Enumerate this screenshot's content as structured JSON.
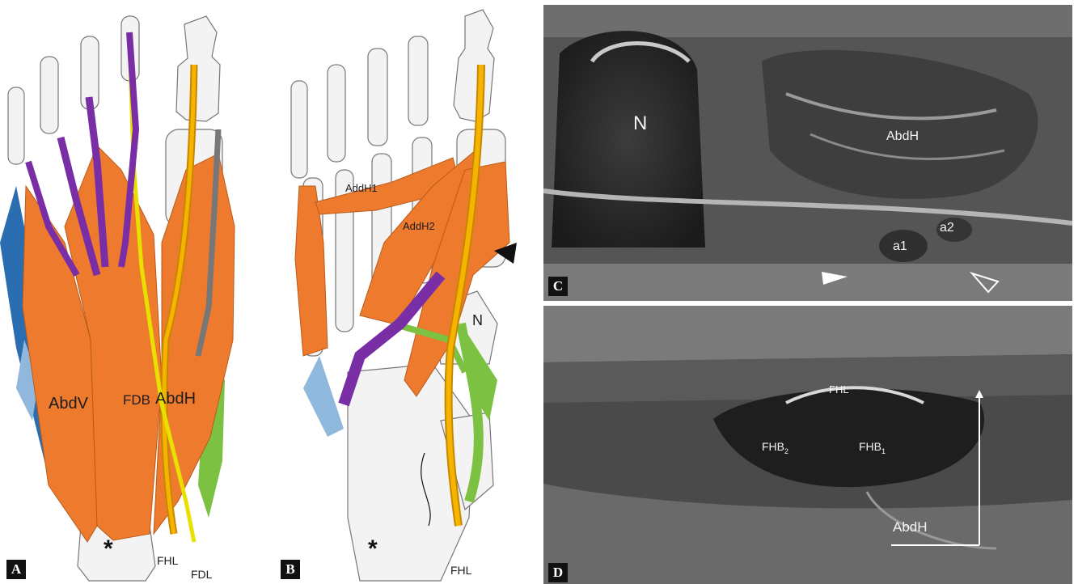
{
  "panels": {
    "a": {
      "letter": "A",
      "labels": {
        "fdb": "FDB",
        "abdv": "AbdV",
        "abdh": "AbdH",
        "fhl": "FHL",
        "fdl": "FDL",
        "asterisk": "*"
      }
    },
    "b": {
      "letter": "B",
      "labels": {
        "addh1": "AddH1",
        "addh2": "AddH2",
        "n": "N",
        "fhl": "FHL",
        "asterisk": "*"
      }
    },
    "c": {
      "letter": "C",
      "labels": {
        "n": "N",
        "abdh": "AbdH",
        "a1": "a1",
        "a2": "a2"
      }
    },
    "d": {
      "letter": "D",
      "labels": {
        "fhl": "FHL",
        "fhb2_base": "FHB",
        "fhb2_sub": "2",
        "fhb1_base": "FHB",
        "fhb1_sub": "1",
        "abdh": "AbdH"
      }
    }
  },
  "colors": {
    "muscle": "#ee7a2e",
    "tendon_fhl": "#f4b400",
    "tendon_fdl": "#e8e000",
    "lumbrical": "#7a2ea6",
    "nerve": "#7cc142",
    "abdv_edge": "#2a6db0",
    "bone": "#f2f2f2"
  }
}
